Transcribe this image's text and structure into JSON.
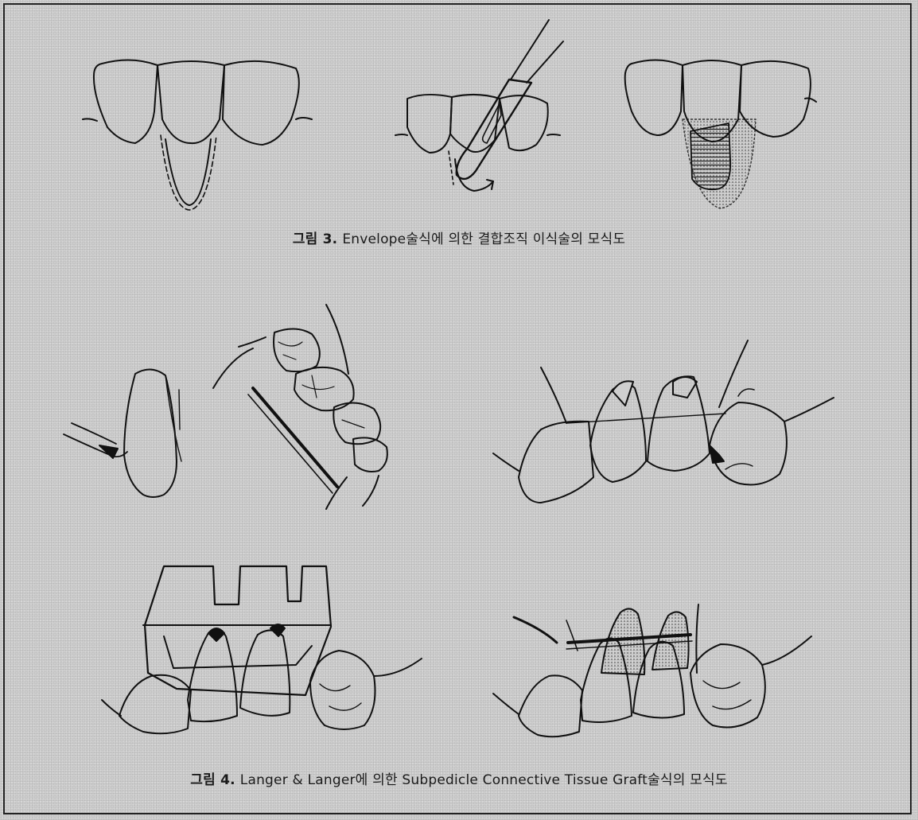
{
  "figure3": {
    "label": "그림 3.",
    "text": "Envelope술식에 의한 결합조직 이식술의 모식도"
  },
  "figure4": {
    "label": "그림 4.",
    "text": "Langer & Langer에 의한 Subpedicle Connective Tissue Graft술식의 모식도"
  }
}
